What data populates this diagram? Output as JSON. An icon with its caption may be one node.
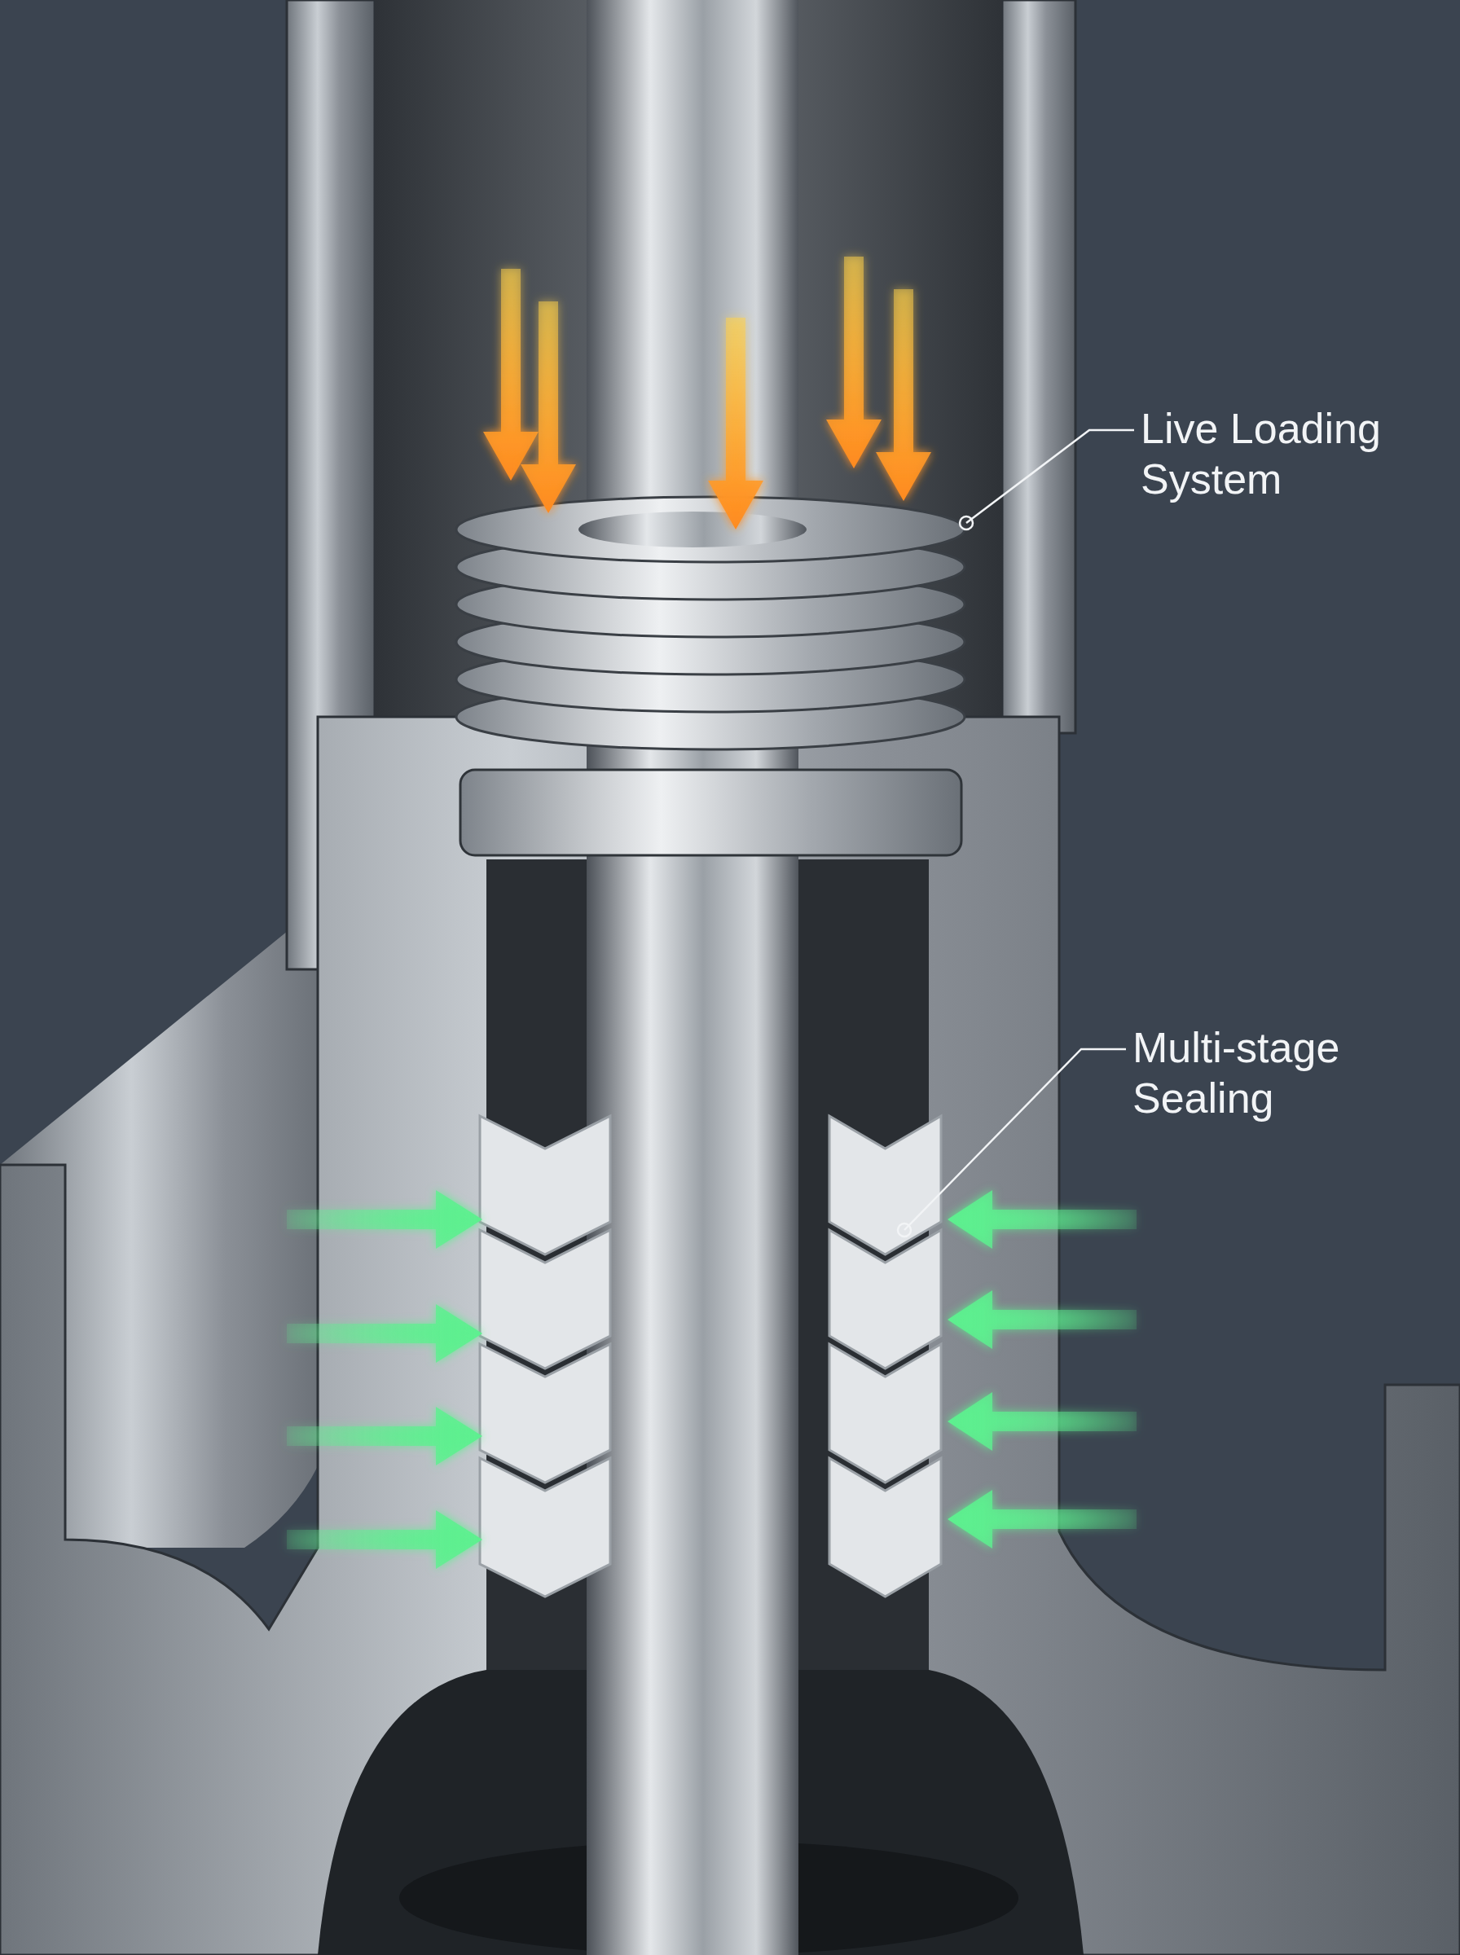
{
  "diagram": {
    "nodes": [
      {
        "text": [
          "Live Loading System"
        ]
      },
      {
        "text": [],
        "shape": "picture"
      },
      {
        "text": [
          "Multi-stage Sealing"
        ]
      },
      {
        "text": [],
        "shape": "picture"
      }
    ],
    "edges": [
      {
        "from": 0,
        "to": 1,
        "arrow": "other"
      },
      {
        "from": 2,
        "to": 3,
        "arrow": "other"
      }
    ]
  }
}
